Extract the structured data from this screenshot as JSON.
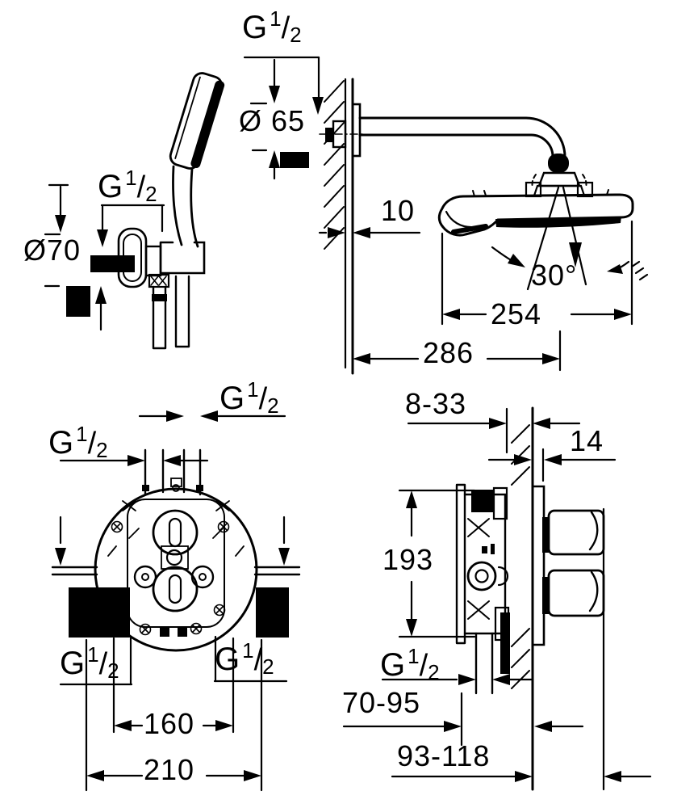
{
  "thread": {
    "g": "G",
    "sup": "1",
    "slash": "/",
    "sub": "2",
    "full_label": "G 1/2"
  },
  "head_shower_view": {
    "escutcheon_diameter": "Ø 65",
    "wall_layer_offset": "10",
    "swivel_angle": "30°",
    "head_width": "254",
    "arm_projection": "286"
  },
  "hand_shower_view": {
    "escutcheon_diameter": "Ø70"
  },
  "front_view": {
    "outlet_spacing": "160",
    "overall_width": "210"
  },
  "side_view": {
    "mounting_depth_range": "8-33",
    "trim_plate_thickness": "14",
    "body_height": "193",
    "rough_in_depth_range": "70-95",
    "overall_depth_range": "93-118"
  }
}
